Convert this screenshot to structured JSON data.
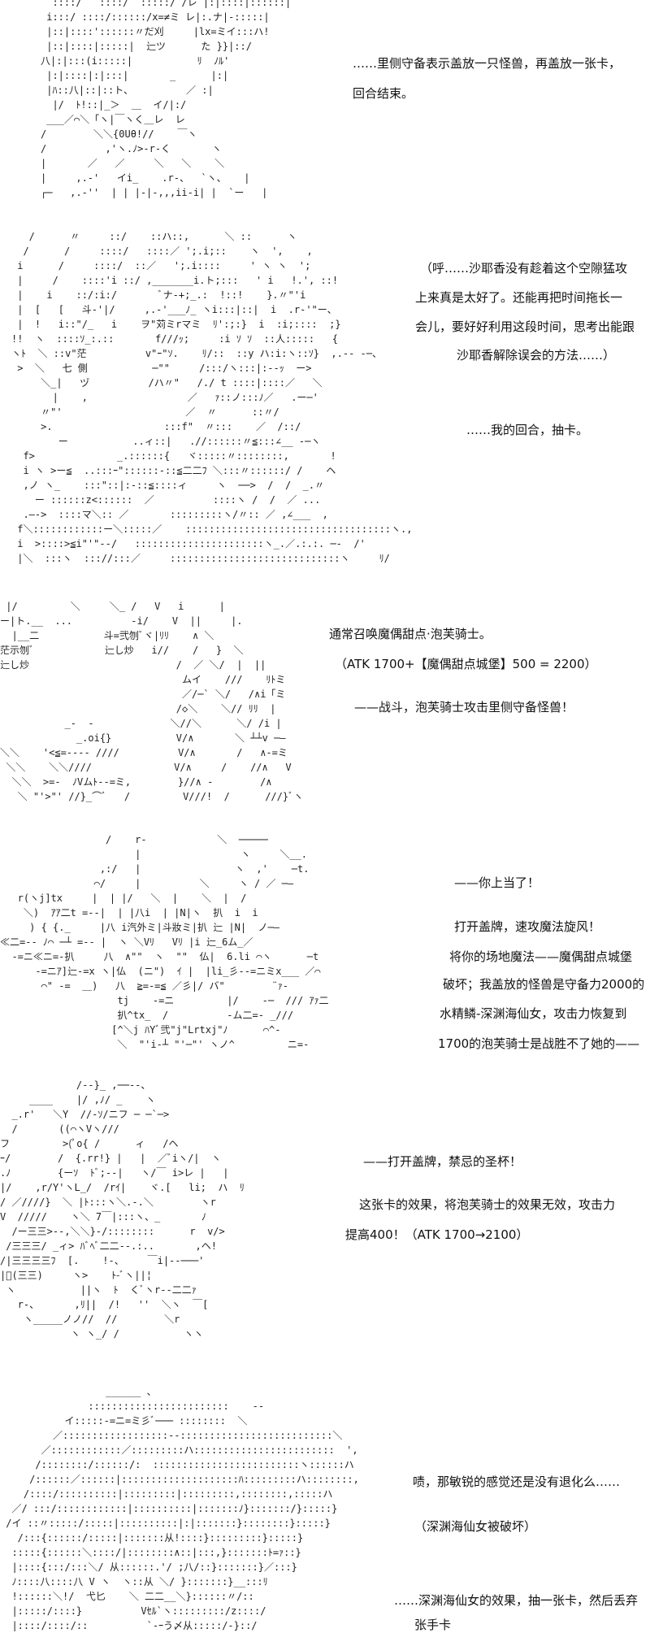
{
  "panels": [
    {
      "art": [
        "  ::::/   ::::/  :::::/ /レ |:|::::|::::::|",
        " i:::/ ::::/::::::/x=≠ミ レ|:.ナ|-:::::|",
        " |::|::::'::::::〃だ刈     |lx=ミイ:::ハ!",
        " |::|::::|:::::|  辷ツ      た }}|::/",
        "八|:|:::(i:::::|           ﾘ  ﾉﾙ'",
        " |:|::::|:|:::|       _      |:|",
        " |ﾊ::八|::|::ト、         ／ :|",
        "  |/  ﾄ!::|_＞  ＿  イ/|:/",
        " ___／⌒＼「ヽ|￣ヽく＿レ  レ",
        "/        ＼＼{0Uθ!//    ￣ヽ",
        "/          ,'ヽ.ﾉ>-r-く       ヽ",
        "|       ／   ／     ＼   ＼    ＼",
        "|     ,.-'   イi_    .r-、  `ヽ、   |",
        "┌─   ,.-''  | | |-|-,,,ii-i| |  `ー   |"
      ],
      "lines": [
        "……里侧守备表示盖放一只怪兽，再盖放一张卡，",
        "回合结束。"
      ]
    },
    {
      "art": [
        "   /      〃     ::/    ::ハ::,      ＼ ::      ヽ",
        "  /      /     ::::/   ::::／ ';.i;::    ヽ  ',    ,",
        " i      /     ::::/  ::／   ';.i::::     ' ヽ ヽ  ';",
        " |     /    ::::'i ::/ ,_______i.ト;:::   ' i   !.', ::!",
        " |    i    ::/:i:/       ﾞナ-+;_.:  !::!    }.〃\"'i",
        " |  [   [   斗-'|/     ,.-'___ﾉ_ ヽi:::|::|  i  .r-'\"ー、",
        " |  !   i::\"/_   i    ヲ\"苅ミrマミ  ﾘ':;:}  i  :i;::::  ;}",
        "!!  ヽ  ::::ｿ_:.::       f///ｯ;     :i ｿ ｿ  ::人:::::   {",
        "ヽﾄ  ＼ ::v\"茫          v\"ｰ\"ｿ.    ﾘ/::  ::y ハ:i:ヽ::ｿ}  ,.-- ‐─、",
        " >  ＼   七 側           ─\"\"     /:::/ヽ:::|:--ｯ  ー>",
        "     ＼_|   ヅ          /ハ〃\"   /./ t ::::|::::／   ＼",
        "       |    ,                 ／   ｧ::ノ:::ﾉ／   .ー─'",
        "     〃\"'                     ／  〃      ::〃/",
        "     >.                   :::f\"  〃:::    ／  /::/",
        "        ー           ..ィ::|   .//::::::〃≦:::∠__ ‐─ヽ",
        "  f>              _.::::::{   ヾ:::::〃::::::::,       !",
        "  i ヽ >ー≦  ..:::ｰ\"::::::-::≦二二ﾌ ＼:::〃::::::/ /    ヘ",
        "  ,ノ ヽ_    :::\"::|:-::≦::::ィ     ヽ  ──>  /  /  _.〃",
        "    ー ::::::z<::::::  ／          ::::ヽ /  /  ／ ...",
        "  .―->  ::::マ＼:: ／       :::::::::ヽ/〃:: ／ ,∠___  ,",
        " f＼::::::::::::ー＼:::::／    :::::::::::::::::::::::::::::::::::ヽ.,",
        " i  >::::>≦i\"'\"--/   ::::::::::::::::::::::ヽ_.／.:.:. ─-  /'",
        " |＼  :::ヽ  ::://:::／     :::::::::::::::::::::::::::::ヽ     ﾘ/"
      ],
      "lines": [
        "（呼……沙耶香没有趁着这个空隙猛攻",
        "上来真是太好了。还能再把时间拖长一",
        "会儿，要好好利用这段时间，思考出能跟",
        "沙耶香解除误会的方法……）",
        "……我的回合，抽卡。"
      ]
    },
    {
      "art": [
        " |/         ＼     ＼_ /   V   i      |",
        "ー|ト.__  ...          -i/    V  ||     |.",
        "  |__二           斗=弐刎ﾞヾ|ﾘﾘ    ∧ ＼",
        "茫示刎ﾞ            辷し炒   i//    /   }  ＼",
        "辷し炒                         /  ／ ＼/  |  ||",
        "                               ムイ    ///    ﾘﾄミ",
        "                               ／/─` ＼/   /∧i「ミ",
        "                              /◇＼    ＼// ﾘﾘ  |",
        "           _-  -             ＼//＼      ＼/ /i |",
        "             _.oi{}           V/∧       ＼ ┴┴v ─―",
        "＼＼    '<≦=---- ////          V/∧       /   ∧-=ミ",
        " ＼＼    ＼＼////              V/∧     /    //∧   V",
        "  ＼＼  >=-  ﾉVムﾄ--=ミ,        }//∧ -        /∧",
        "   ＼ \"'>\"' //}_⌒ﾞ   /         V///!  /      ///}ﾞヽ"
      ],
      "lines": [
        "通常召唤魔偶甜点·泡芙骑士。",
        "（ATK 1700+【魔偶甜点城堡】500 = 2200）",
        "——战斗，泡芙骑士攻击里侧守备怪兽！"
      ]
    },
    {
      "art": [
        "                  /    r-            ＼  ─────",
        "                       |                 ヽ     ＼__.",
        "                 ,:/   |                ヽ  ,'    ─t.",
        "                ⌒/     |          ＼     ヽ / ／ ─―",
        "   r(ヽj]tx     |  | |/   ＼  |    ＼  |  /",
        "    ＼)  ｱｱ二t =--|  | |八i  | |N|ヽ  扒  i  i",
        "     ) { {._     |八 i汽外ミ|斗妝ミ|扒 辷 |N|  ノ─―",
        "≪二=-- ﾉ⌒ ─┴ =-- |  ヽ ＼Vﾘ   Vﾘ |i 辷_6ム_／",
        "  -=ニ≪ニ=-扒     八  ∧\"\"  ヽ  \"\"  仏|  6.li ⌒ヽ      ─t",
        "      -=ニｱ]辷-=x ヽ|仏  (ニ\")  ｲ |  |li_彡--=ニミx___ ／⌒",
        "       ⌒\" -=  ＿)   八  ≧=-=≦ ／彡|/ バ\"        ¨ｧ-",
        "                    tj    -=ニ         |/    -─  /// ｱｧ二",
        "                    扒^tx_  /          -ム二=- _///",
        "                   [^＼j ﾊYﾞ弐\"j\"Lrtxj\"ﾉ      ⌒^-",
        "                    ＼  \"'i-┴ \"'─\"' ヽノ^         ニ=-"
      ],
      "lines": [
        "——你上当了！",
        "打开盖牌，速攻魔法旋风！",
        "将你的场地魔法——魔偶甜点城堡",
        "破坏；我盖放的怪兽是守备力2000的",
        "水精鳞-深渊海仙女，攻击力恢复到",
        "1700的泡芙骑士是战胜不了她的——"
      ]
    },
    {
      "art": [
        "             /--}_ ,──--、",
        "     ____    |/ ,ﾉ/ _    ヽ",
        "  _.r'   ＼Y  //-ｿ/ニフ ─ ─`─>",
        "  /       ((⌒ヽVヽ///",
        "フ         >(ﾟo{ /      ィ   /ヘ",
        "ｰ/        /  {.rr!} |   |  ／ﾞiヽ/|  ヽ",
        ".ﾉ        {ーｿ  ﾄﾞ;--|   ヽ/￣ i>レ |   |",
        "|/    ,r/Y'ヽL_/  /rｲ|    ヾ.[   li;  ハ  ﾘ",
        "/ ／////}  ＼ |ﾄ:::ヽ＼.-.＼        ヽr",
        "V  /////    ヽ＼ 7￣|:::ヽ、_       ﾉ",
        "  /ー三三>--,＼＼}-/::::::::      r  v/>",
        " /三三三/ _ィ> ﾊﾞﾍﾞ二二--.:..       ,ヘ!",
        "/|三三三三ﾌ  [.    !-、    ￣i|--───'",
        "|ﾞ(三三)     ヽ>    ﾄ-ﾞヽ||¦",
        " ヽ           ||ヽ  ﾄ  くﾞヽr--二二ｧ",
        "   r-、      ,ﾘ||  /!   ''  ＼ヽ  ￣[",
        "    ヽ_____ノノ//  //        ＼r",
        "            ヽ ヽ_/ /           ヽヽ"
      ],
      "lines": [
        "——打开盖牌，禁忌的圣杯！",
        "这张卡的效果，将泡芙骑士的效果无效，攻击力",
        "提高400！（ATK 1700→2100）"
      ]
    },
    {
      "art": [
        "                  ______ 、",
        "               ::::::::::::::::::::::::    --",
        "           イ:::::-=ニ=ミ彡ﾞ─── ::::::::  ＼",
        "         ／::::::::::::::::::--::::::::::::::::::::::::::＼",
        "       ／::::::::::::／:::::::::ハ::::::::::::::::::::::::  ',",
        "      /::::::::/::::::/:  :::::::::::::::::::::::::ヽ::::::ハ",
        "     /::::::／::::::|::::::::::::::::::::ﾊ:::::::::ハ::::::::,",
        "    /::::/::::::::::|:::::::::|:::::::::,::::::::,:::::ハ",
        "  ／/ :::/::::::::::::|::::::::::|:::::::ﾉ}:::::::/}:::::}",
        " /イ ::〃:::::/:::::|::::::::::|:|:::::::}::::::::}:::::}",
        "   /:::{::::::/:::::|:::::::从!::::}:::::::::}:::::}",
        "  :::::{::::::＼::::/|::::::::∧::|:::,}:::::::ﾄ=ｧ::}",
        "  |::::{:::/:::＼/ 从::::::.'/ ;八/::}:::::::}／:::}",
        "  ﾉ::::八::::八 V ヽ  ヽ::从 ＼/ }:::::::}__:::ﾘ",
        "  !::::::＼!/  弋匕    ＼ 二二__＼}::::::〃/::",
        "  |:::::/::::}          Vｾﾙ`ヽ:::::::::/z::::/",
        "  |::::/::::/::          `-ｰう〆从:::::/-}::/"
      ],
      "lines": [
        "啧，那敏锐的感觉还是没有退化么……",
        "（深渊海仙女被破坏）",
        "……深渊海仙女的效果，抽一张卡，然后丢弃",
        "张手卡"
      ]
    }
  ]
}
